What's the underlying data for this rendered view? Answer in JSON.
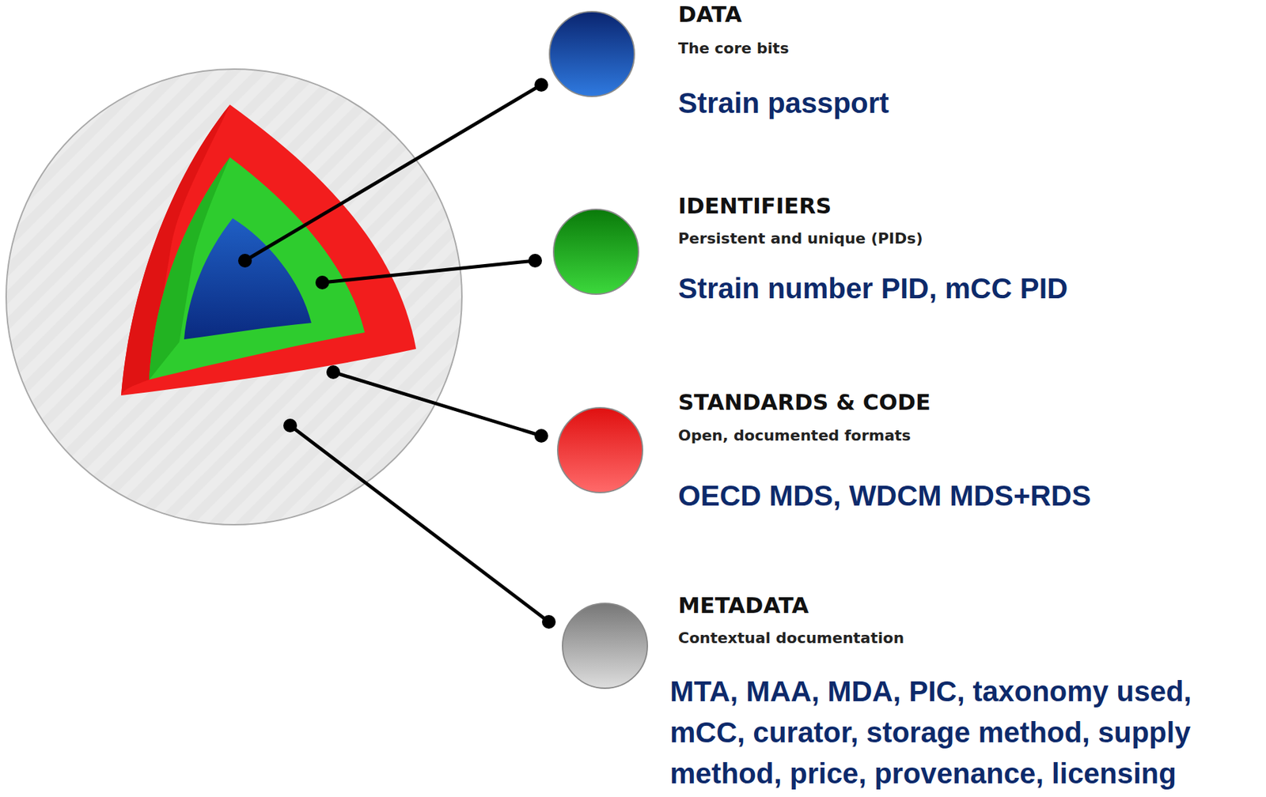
{
  "diagram": {
    "nodes": [
      {
        "text": [
          "DATA",
          "The core bits",
          "Strain passport"
        ]
      },
      {
        "text": [
          "IDENTIFIERS",
          "Persistent and unique (PIDs)",
          "Strain number PID, mCC PID"
        ]
      },
      {
        "text": [
          "STANDARDS & CODE",
          "Open, documented formats",
          "OECD MDS, WDCM MDS+RDS"
        ]
      },
      {
        "text": [
          "METADATA",
          "Contextual documentation",
          "MTA, MAA, MDA, PIC, taxonomy used, mCC, curator, storage method, supply method, price, provenance, licensing"
        ]
      }
    ]
  }
}
